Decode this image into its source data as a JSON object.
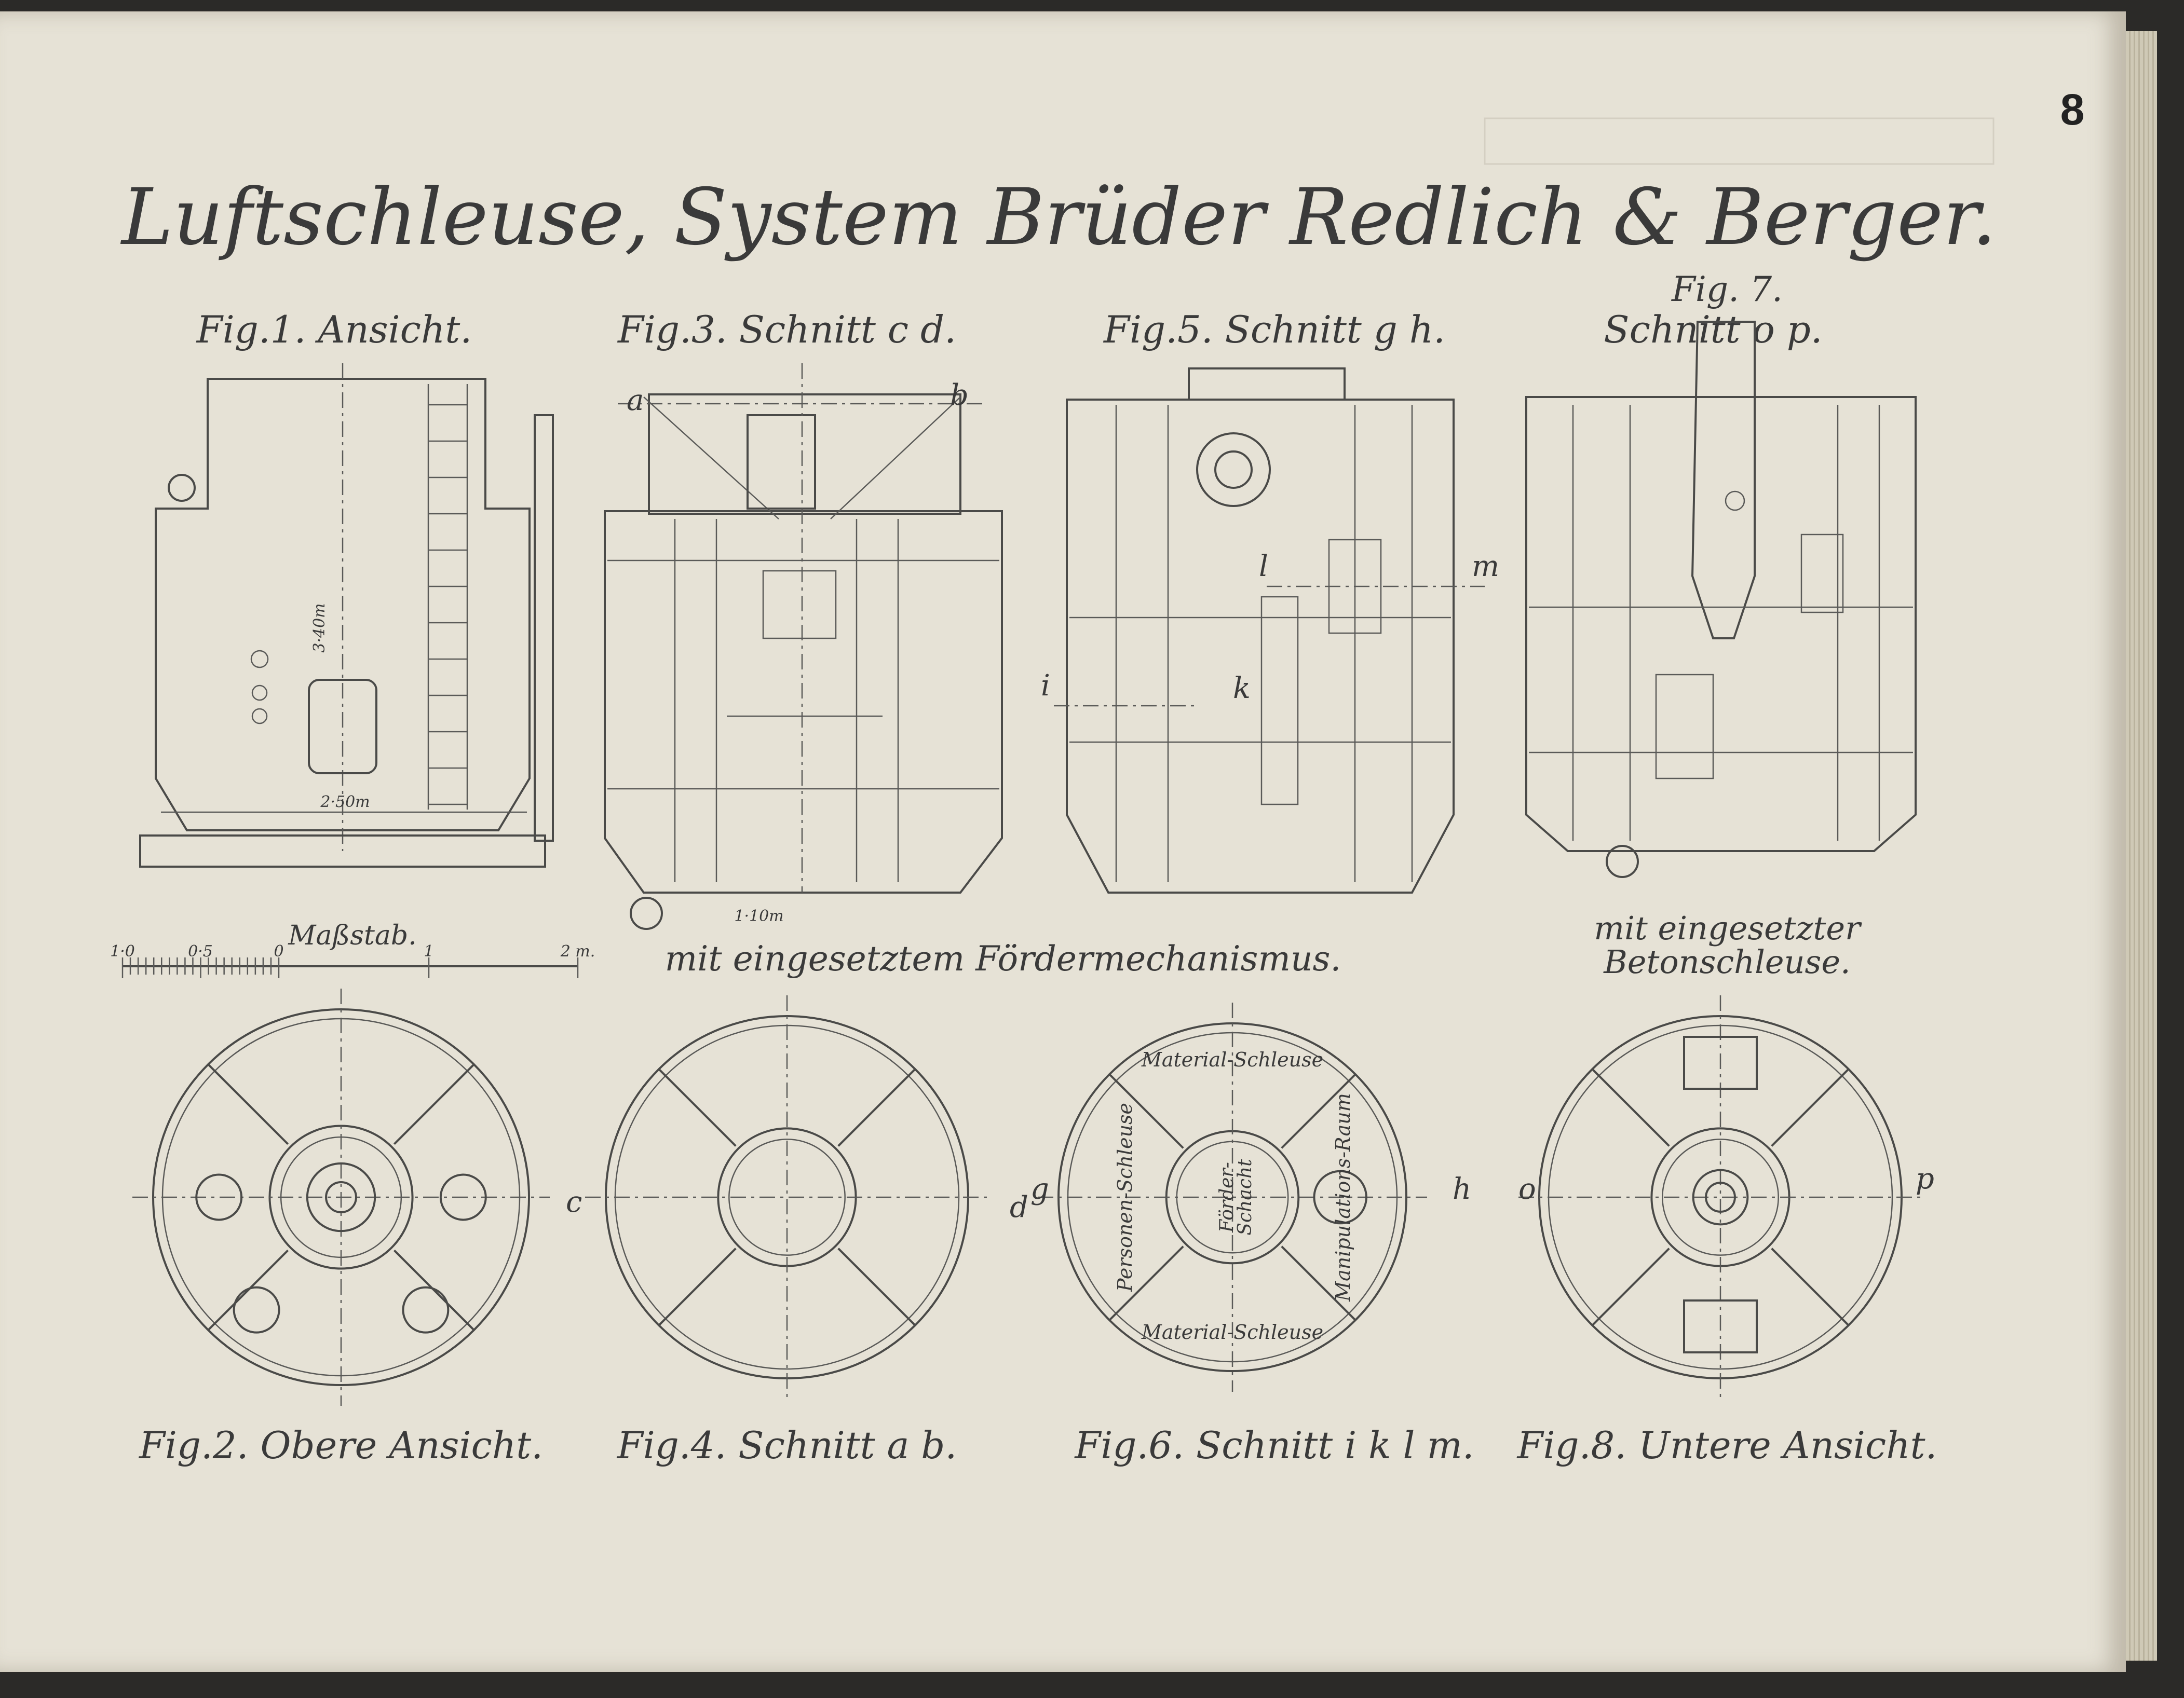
{
  "page_number": "8",
  "title": "Luftschleuse, System Brüder Redlich & Berger.",
  "figures_top": [
    {
      "label": "Fig.1. Ansicht."
    },
    {
      "label": "Fig.3. Schnitt c d."
    },
    {
      "label": "Fig.5. Schnitt g h."
    },
    {
      "label": "Schnitt o p.",
      "fig": "Fig. 7."
    }
  ],
  "figures_bottom": [
    {
      "label": "Fig.2. Obere Ansicht."
    },
    {
      "label": "Fig.4. Schnitt a b."
    },
    {
      "label": "Fig.6. Schnitt i k l m."
    },
    {
      "label": "Fig.8. Untere Ansicht."
    }
  ],
  "scale": {
    "title": "Maßstab.",
    "ticks": [
      "1·0",
      "0·5",
      "0",
      "1",
      "2 m."
    ]
  },
  "dimensions": {
    "height": "3·40m",
    "width": "2·50m",
    "inner": "1·10m"
  },
  "captions": {
    "foerder": "mit eingesetztem Fördermechanismus.",
    "beton_1": "mit eingesetzter",
    "beton_2": "Betonschleuse."
  },
  "section_letters": {
    "a": "a",
    "b": "b",
    "c": "c",
    "d": "d",
    "g": "g",
    "h": "h",
    "i": "i",
    "k": "k",
    "l": "l",
    "m": "m",
    "o": "o",
    "p": "p"
  },
  "fig6_rooms": {
    "material_top": "Material-Schleuse",
    "material_bottom": "Material-Schleuse",
    "personen": "Personen-Schleuse",
    "foerder_1": "Förder-",
    "foerder_2": "Schacht",
    "manipulation": "Manipulations-Raum"
  }
}
